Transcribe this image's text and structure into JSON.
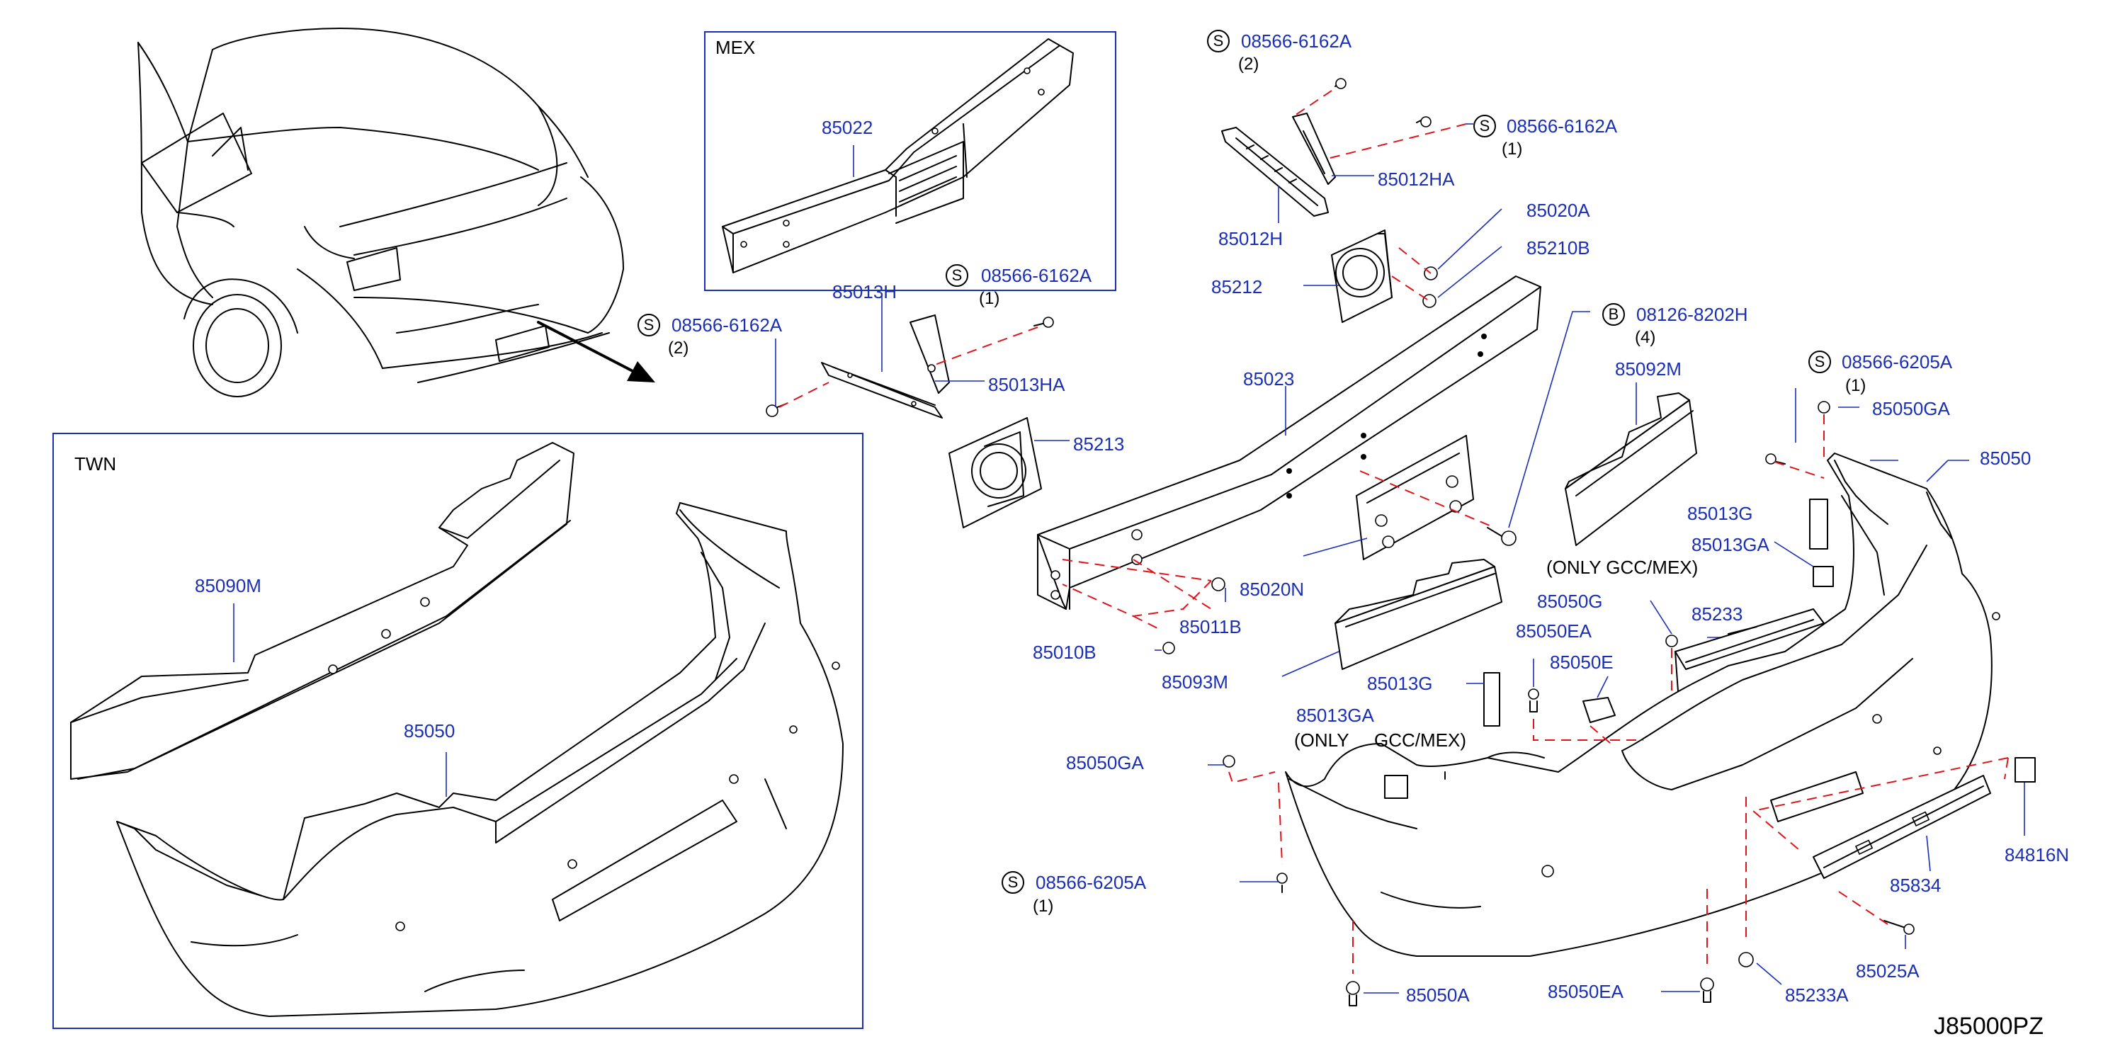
{
  "diagram_id": "J85000PZ",
  "boxes": {
    "mex": "MEX",
    "twn": "TWN"
  },
  "symbols": {
    "s": "S",
    "b": "B"
  },
  "notes": {
    "only": "(ONLY",
    "gcc_mex": "GCC/MEX)",
    "only_gcc_mex": "(ONLY   GCC/MEX)"
  },
  "callouts": {
    "mex_85022": "85022",
    "twn_85090M": "85090M",
    "twn_85050": "85050",
    "s_08566_6162A_left": "08566-6162A",
    "s_08566_6162A_left_qty": "(2)",
    "s_08566_6162A_mid": "08566-6162A",
    "s_08566_6162A_mid_qty": "(1)",
    "s_08566_6162A_top": "08566-6162A",
    "s_08566_6162A_top_qty": "(2)",
    "s_08566_6162A_top2": "08566-6162A",
    "s_08566_6162A_top2_qty": "(1)",
    "p85013H": "85013H",
    "p85013HA": "85013HA",
    "p85213": "85213",
    "p85012HA": "85012HA",
    "p85012H": "85012H",
    "p85212": "85212",
    "p85020A": "85020A",
    "p85210B": "85210B",
    "b_08126_8202H": "08126-8202H",
    "b_08126_8202H_qty": "(4)",
    "p85023": "85023",
    "p85092M": "85092M",
    "s_08566_6205A_right": "08566-6205A",
    "s_08566_6205A_right_qty": "(1)",
    "p85050GA_right": "85050GA",
    "p85050_right": "85050",
    "p85013G_right": "85013G",
    "p85013GA_right": "85013GA",
    "p85020N": "85020N",
    "p85011B": "85011B",
    "p85010B": "85010B",
    "p85093M": "85093M",
    "p85050G": "85050G",
    "p85233": "85233",
    "p85050EA_top": "85050EA",
    "p85050E": "85050E",
    "p85013G_mid": "85013G",
    "p85013GA_mid": "85013GA",
    "p85050GA_left": "85050GA",
    "s_08566_6205A_left": "08566-6205A",
    "s_08566_6205A_left_qty": "(1)",
    "p85050A": "85050A",
    "p85050EA_bottom": "85050EA",
    "p85233A": "85233A",
    "p84816N": "84816N",
    "p85834": "85834",
    "p85025A": "85025A"
  },
  "colors": {
    "callout_text": "#1a2fb5",
    "dash_line": "#e0151c",
    "line": "#000000"
  }
}
